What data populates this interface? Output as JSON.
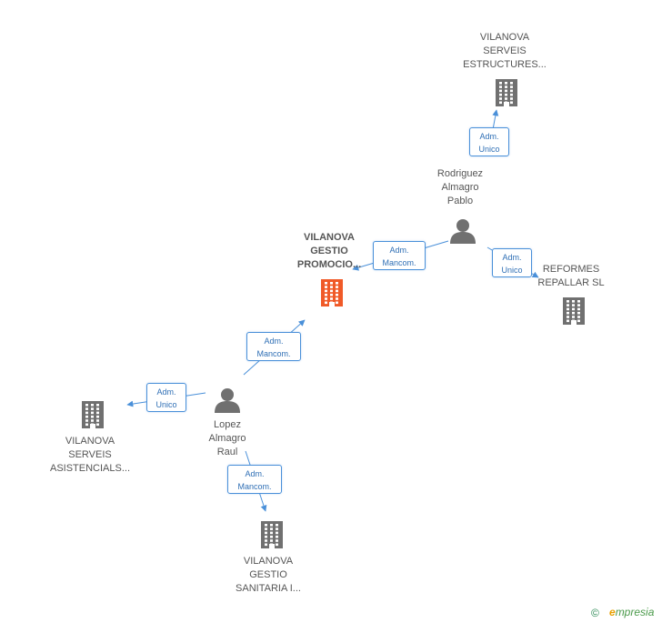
{
  "colors": {
    "company": "#707070",
    "focus_company": "#f05a28",
    "person": "#707070",
    "edge": "#4a90d9",
    "label": "#555555"
  },
  "nodes": {
    "focus": {
      "type": "company",
      "lines": [
        "VILANOVA",
        "GESTIO",
        "PROMOCIO..."
      ]
    },
    "serveis_estructures": {
      "type": "company",
      "lines": [
        "VILANOVA",
        "SERVEIS",
        "ESTRUCTURES..."
      ]
    },
    "reformes_repallar": {
      "type": "company",
      "lines": [
        "REFORMES",
        "REPALLAR  SL"
      ]
    },
    "serveis_asistencials": {
      "type": "company",
      "lines": [
        "VILANOVA",
        "SERVEIS",
        "ASISTENCIALS..."
      ]
    },
    "gestio_sanitaria": {
      "type": "company",
      "lines": [
        "VILANOVA",
        "GESTIO",
        "SANITARIA I..."
      ]
    },
    "rodriguez": {
      "type": "person",
      "lines": [
        "Rodriguez",
        "Almagro",
        "Pablo"
      ]
    },
    "lopez": {
      "type": "person",
      "lines": [
        "Lopez",
        "Almagro",
        "Raul"
      ]
    }
  },
  "edges": [
    {
      "id": "rodriguez-serveis",
      "lines": [
        "Adm.",
        "Unico"
      ]
    },
    {
      "id": "rodriguez-focus",
      "lines": [
        "Adm.",
        "Mancom."
      ]
    },
    {
      "id": "rodriguez-reformes",
      "lines": [
        "Adm.",
        "Unico"
      ]
    },
    {
      "id": "lopez-focus",
      "lines": [
        "Adm.",
        "Mancom."
      ]
    },
    {
      "id": "lopez-asistencials",
      "lines": [
        "Adm.",
        "Unico"
      ]
    },
    {
      "id": "lopez-sanitaria",
      "lines": [
        "Adm.",
        "Mancom."
      ]
    }
  ],
  "footer": {
    "copyright_symbol": "©",
    "brand_initial": "e",
    "brand_rest": "mpresia"
  }
}
